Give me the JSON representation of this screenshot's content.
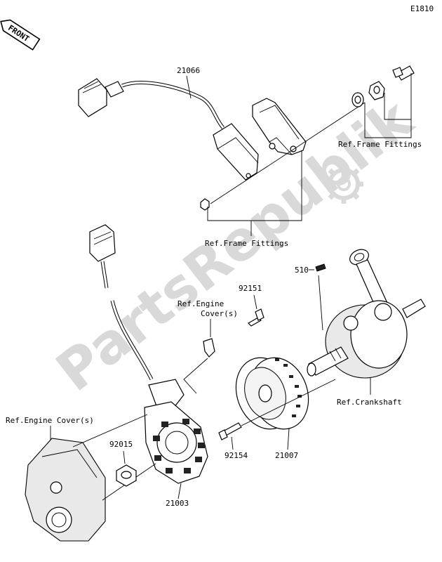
{
  "diagram_id": "E1810",
  "front_badge": "FRONT",
  "watermark": "PartsRepublik",
  "labels": {
    "p21066": "21066",
    "ref_frame_top": "Ref.Frame Fittings",
    "ref_frame_mid": "Ref.Frame Fittings",
    "p510": "510",
    "p92151": "92151",
    "ref_engine_cover_small_1": "Ref.Engine",
    "ref_engine_cover_small_2": "Cover(s)",
    "ref_engine_cover_left": "Ref.Engine Cover(s)",
    "p92015": "92015",
    "p92154": "92154",
    "p21007": "21007",
    "p21003": "21003",
    "ref_crankshaft": "Ref.Crankshaft"
  }
}
